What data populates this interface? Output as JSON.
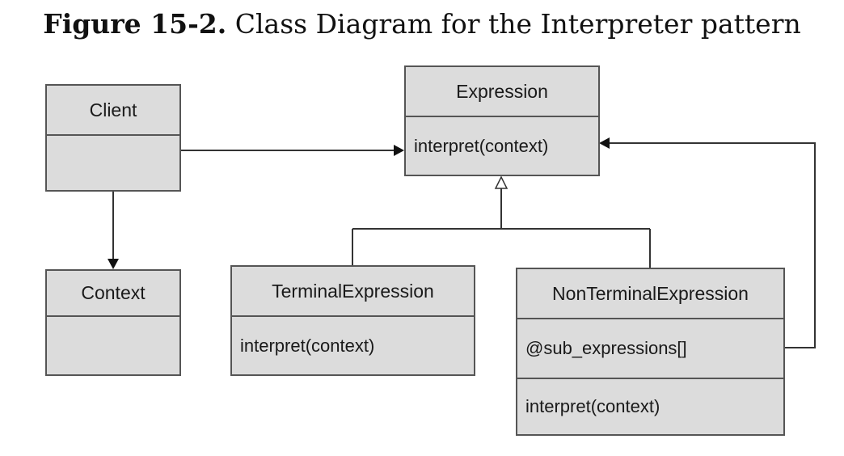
{
  "caption": {
    "label": "Figure 15-2.",
    "text": "Class Diagram for the Interpreter pattern"
  },
  "classes": {
    "client": {
      "name": "Client",
      "members": []
    },
    "context": {
      "name": "Context",
      "members": []
    },
    "expression": {
      "name": "Expression",
      "members": [
        "interpret(context)"
      ]
    },
    "terminal": {
      "name": "TerminalExpression",
      "members": [
        "interpret(context)"
      ]
    },
    "nonterminal": {
      "name": "NonTerminalExpression",
      "attributes": [
        "@sub_expressions[]"
      ],
      "members": [
        "interpret(context)"
      ]
    }
  },
  "relationships": [
    {
      "from": "Client",
      "to": "Expression",
      "type": "association"
    },
    {
      "from": "Client",
      "to": "Context",
      "type": "association"
    },
    {
      "from": "TerminalExpression",
      "to": "Expression",
      "type": "generalization"
    },
    {
      "from": "NonTerminalExpression",
      "to": "Expression",
      "type": "generalization"
    },
    {
      "from": "NonTerminalExpression",
      "to": "Expression",
      "type": "aggregation-reference"
    }
  ],
  "colors": {
    "box_fill": "#dcdcdc",
    "box_border": "#555555",
    "line": "#333333"
  }
}
